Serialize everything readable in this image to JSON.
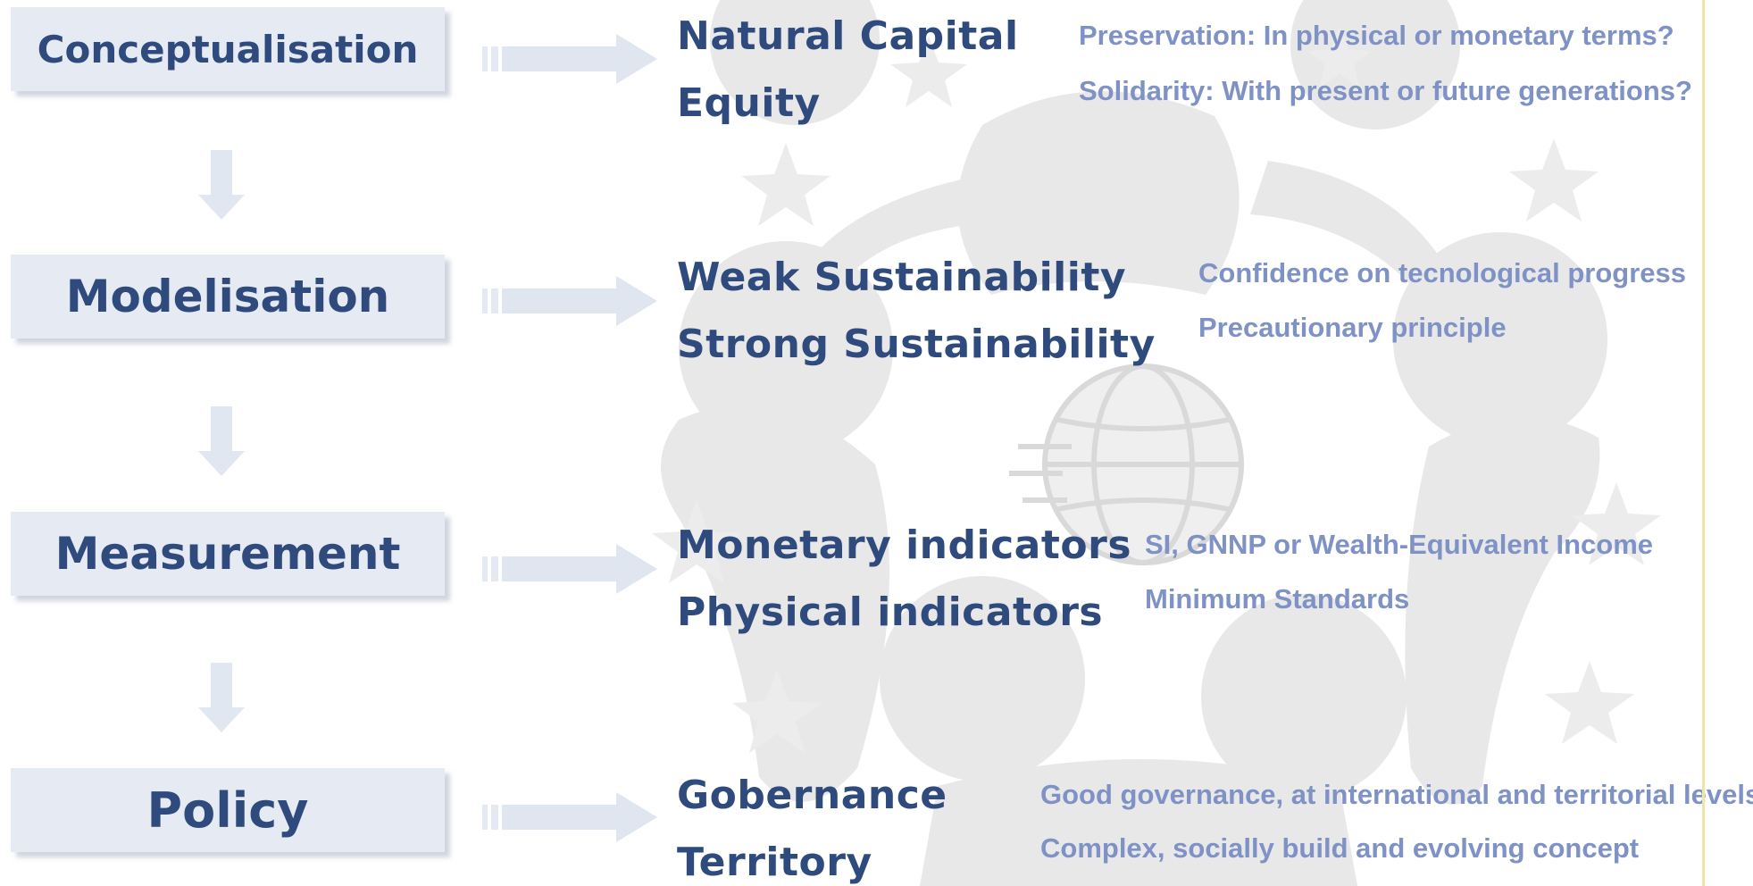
{
  "stages": [
    {
      "label": "Conceptualisation"
    },
    {
      "label": "Modelisation"
    },
    {
      "label": "Measurement"
    },
    {
      "label": "Policy"
    }
  ],
  "rows": [
    {
      "concepts": [
        "Natural Capital",
        "Equity"
      ],
      "details": [
        "Preservation: In physical or monetary terms?",
        "Solidarity: With present or future generations?"
      ]
    },
    {
      "concepts": [
        "Weak Sustainability",
        "Strong Sustainability"
      ],
      "details": [
        "Confidence on tecnological progress",
        "Precautionary principle"
      ]
    },
    {
      "concepts": [
        "Monetary indicators",
        "Physical indicators"
      ],
      "details": [
        "SI, GNNP or Wealth-Equivalent Income",
        "Minimum Standards"
      ]
    },
    {
      "concepts": [
        "Gobernance",
        "Territory"
      ],
      "details": [
        "Good governance, at international and territorial levels",
        "Complex, socially build and evolving concept"
      ]
    }
  ],
  "colors": {
    "stage_box": "#e5eaf3",
    "stage_text": "#2f4a7c",
    "concept_text": "#2f4a7c",
    "detail_text": "#7f92c6",
    "watermark": "#e7e7e7",
    "arrow": "#dfe6f1"
  },
  "background": {
    "watermark": "people-holding-hands-around-globe-with-stars"
  }
}
